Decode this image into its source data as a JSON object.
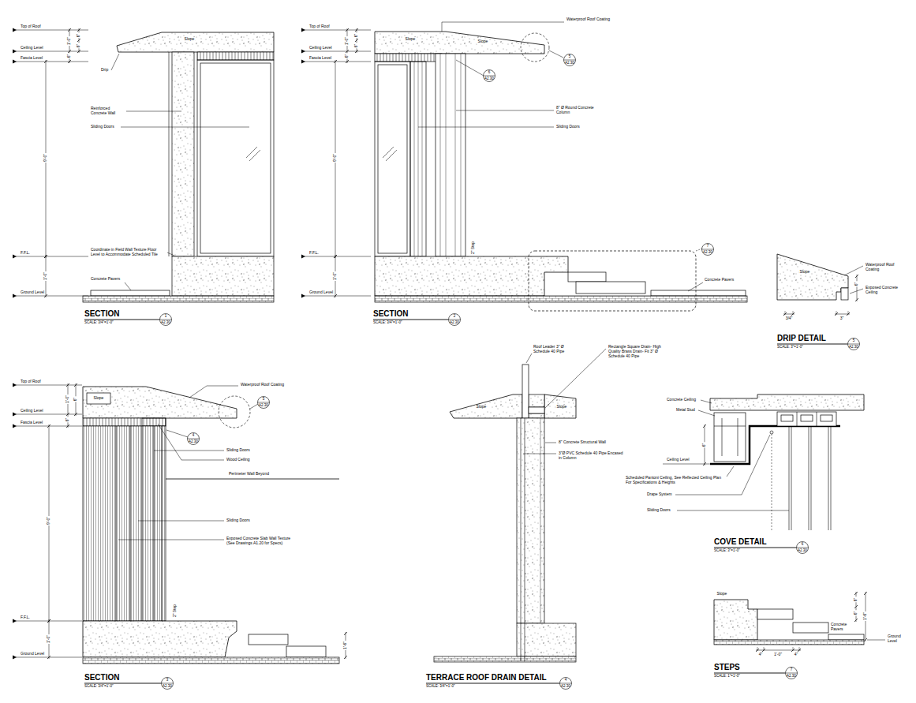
{
  "diagram": {
    "labels": [
      "Top of Roof",
      "Ceiling Level",
      "Fascia Level",
      "1'-0\"",
      "6\"",
      "6\"",
      "6\"",
      "Slope",
      "Drip",
      "Reinforced Concrete Wall",
      "Sliding Doors",
      "9'-0\"",
      "F.F.L.",
      "Coordinate in Field Wall Texture Floor Level to Accommodate Scheduled Tile",
      "1'-0\"",
      "Concrete Pavers",
      "Ground Level",
      "SECTION",
      "SCALE: 3/4\"=1'-0\"",
      "1",
      "A2.30",
      "Top of Roof",
      "Ceiling Level",
      "Fascia Level",
      "1'-0\"",
      "6\"",
      "6\"",
      "6\"",
      "Waterproof Roof Coating",
      "Slope",
      "Slope",
      "5",
      "A2.30",
      "6",
      "A2.30",
      "8\" Ø Round Concrete Column",
      "Sliding Doors",
      "9'-0\"",
      "F.F.L.",
      "2\" Step",
      "1'-0\"",
      "Ground Level",
      "7",
      "A2.30",
      "Concrete Pavers",
      "SECTION",
      "SCALE: 3/4\"=1'-0\"",
      "2",
      "A2.30",
      "Slope",
      "Waterproof Roof Coating",
      "Exposed Concrete Ceiling",
      "6\"",
      "3/4\"",
      "3\"",
      "DRIP DETAIL",
      "SCALE: 3\"=1'-0\"",
      "5",
      "A2.30",
      "Top of Roof",
      "Ceiling Level",
      "Fascia Level",
      "1'-0\"",
      "6\"",
      "6\"",
      "Slope",
      "Waterproof Roof Coating",
      "5",
      "A2.30",
      "4",
      "A2.30",
      "Sliding Doors",
      "Wood Ceiling",
      "Perimeter Wall Beyond",
      "Sliding Doors",
      "Exposed Concrete Slab Wall Texture (See Drawings A1.20 for Specs)",
      "9'-0\"",
      "F.F.L.",
      "2\" Step",
      "1'-0\"",
      "Ground Level",
      "1'-6\"",
      "SECTION",
      "SCALE: 3/4\"=1'-0\"",
      "3",
      "A2.30",
      "Roof Leader 3\" Ø Schedule 40 Pipe",
      "Rectangle Square Drain- High Quality Brass Drain- Fit 3\" Ø Schedule 40 Pipe",
      "Slope",
      "Slope",
      "8\" Concrete Structural Wall",
      "3\"Ø PVC Schedule 40 Pipe Encased in Column",
      "TERRACE ROOF DRAIN DETAIL",
      "SCALE: 3/4\"=1'-0\"",
      "4",
      "A2.30",
      "Concrete Ceiling",
      "Metal Stud",
      "6\"",
      "Ceiling Level",
      "Scheduled Pantoni Ceiling, See Reflected Ceiling Plan For Specifications & Heights",
      "Drape System",
      "Sliding Doors",
      "COVE DETAIL",
      "SCALE: 3\"=1'-0\"",
      "6",
      "A2.30",
      "Slope",
      "6\"",
      "6\"",
      "1'-6\"",
      "Concrete Pavers",
      "Ground Level",
      "4\"",
      "1'-0\"",
      "4\"",
      "STEPS",
      "SCALE: 1\"=1'-0\"",
      "7",
      "A2.30"
    ]
  }
}
